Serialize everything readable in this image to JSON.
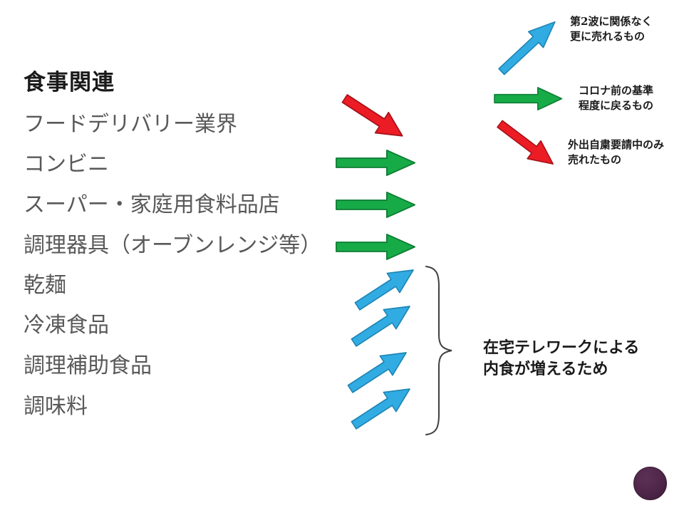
{
  "slide": {
    "title": "食事関連",
    "items": [
      {
        "label": "フードデリバリー業界",
        "trend": "red-down"
      },
      {
        "label": "コンビニ",
        "trend": "green-flat"
      },
      {
        "label": "スーパー・家庭用食料品店",
        "trend": "green-flat"
      },
      {
        "label": "調理器具（オーブンレンジ等）",
        "trend": "green-flat"
      },
      {
        "label": "乾麺",
        "trend": "blue-up"
      },
      {
        "label": "冷凍食品",
        "trend": "blue-up"
      },
      {
        "label": "調理補助食品",
        "trend": "blue-up"
      },
      {
        "label": "調味料",
        "trend": "blue-up"
      }
    ],
    "legend": [
      {
        "arrow": "blue-up",
        "label": "第2波に関係なく\n更に売れるもの"
      },
      {
        "arrow": "green-flat",
        "label": "コロナ前の基準\n程度に戻るもの"
      },
      {
        "arrow": "red-down",
        "label": "外出自粛要請中のみ\n売れたもの"
      }
    ],
    "annotation": "在宅テレワークによる\n内食が増えるため",
    "colors": {
      "blue": "#31ACE3",
      "blue_stroke": "#1F85B5",
      "green": "#17AB48",
      "green_stroke": "#0F7F34",
      "red": "#EC1C24",
      "red_stroke": "#A6121A",
      "text_gray": "#595959",
      "text_black": "#1A1A1A",
      "logo": "#4E2649"
    }
  }
}
